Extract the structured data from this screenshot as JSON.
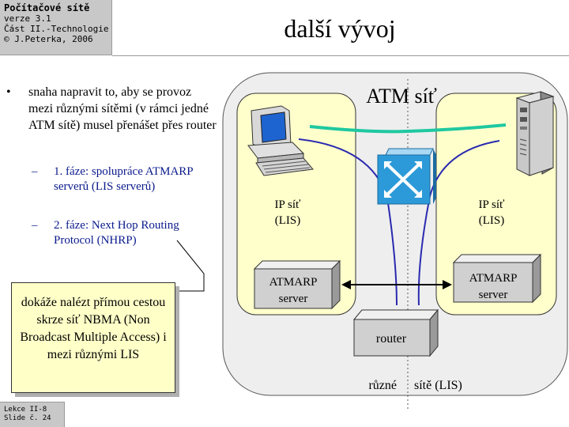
{
  "header": {
    "course": "Počítačové sítě",
    "version": "verze 3.1",
    "part": "Část II.-Technologie",
    "copyright": "© J.Peterka, 2006"
  },
  "slide_title": "další vývoj",
  "footer": {
    "lesson": "Lekce II-8",
    "slide": "Slide č. 24"
  },
  "bullet": "snaha napravit to, aby se provoz mezi různými sítěmi (v rámci jedné ATM sítě) musel přenášet přes router",
  "sub_items": [
    "1. fáze: spolupráce ATMARP serverů (LIS serverů)",
    "2. fáze: Next Hop Routing Protocol (NHRP)"
  ],
  "callout": "dokáže nalézt přímou cestou skrze síť NBMA (Non Broadcast Multiple Access) i mezi různými LIS",
  "diagram": {
    "atm_label": "ATM síť",
    "ip_left_line1": "IP síť",
    "ip_left_line2": "(LIS)",
    "ip_right_line1": "IP síť",
    "ip_right_line2": "(LIS)",
    "atmarp_left_line1": "ATMARP",
    "atmarp_left_line2": "server",
    "atmarp_right_line1": "ATMARP",
    "atmarp_right_line2": "server",
    "router_label": "router",
    "bottom_left": "různé",
    "bottom_right": "sítě (LIS)"
  },
  "colors": {
    "header_bg": "#c8c8c8",
    "lis_fill": "#ffffcc",
    "atm_fill": "#eeeeee",
    "link_teal": "#1ec8a0",
    "link_blue": "#2a2ab0",
    "switch_blue": "#2c9ad8",
    "subtext_blue": "#0a1a8c",
    "callout_bg": "#ffffc8"
  }
}
